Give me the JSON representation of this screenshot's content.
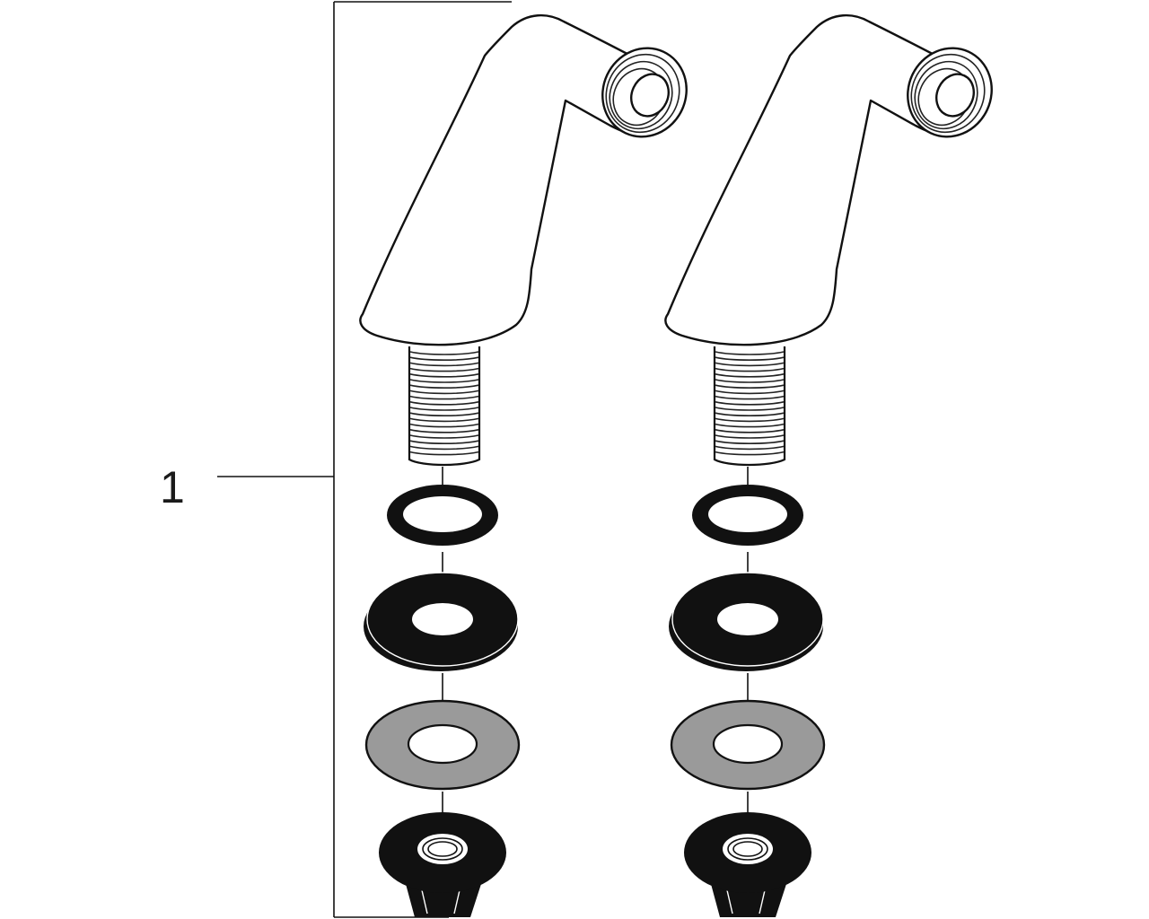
{
  "diagram": {
    "callout_number": "1",
    "colors": {
      "line": "#111111",
      "black_part": "#111111",
      "grey_washer": "#9a9a9a",
      "background": "#ffffff"
    },
    "assembly": {
      "unit_count": 2,
      "parts_per_unit": [
        "spout-elbow",
        "o-ring",
        "black-washer",
        "grey-washer",
        "hex-nut"
      ]
    }
  }
}
